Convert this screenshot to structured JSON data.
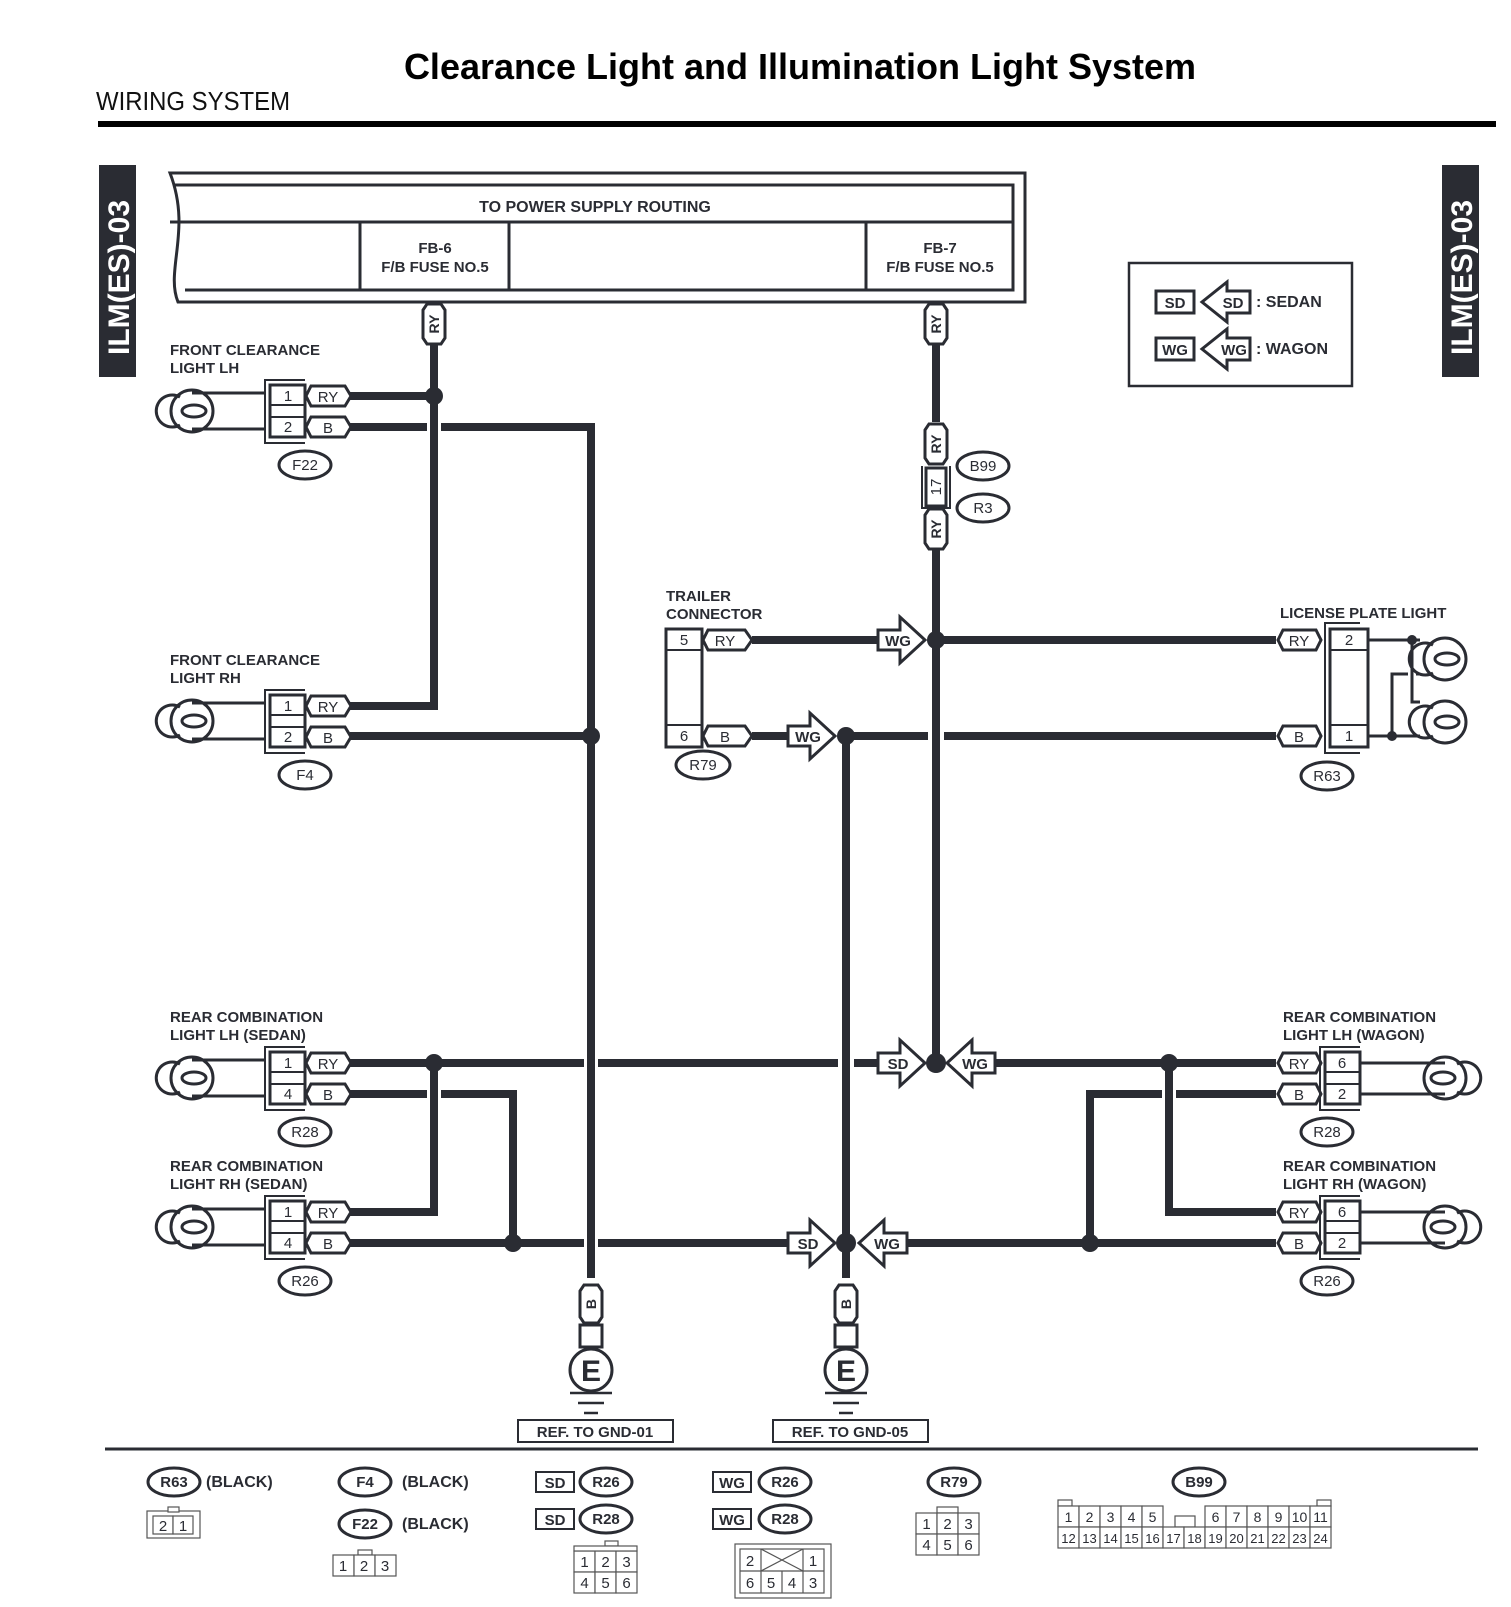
{
  "header": {
    "title": "Clearance Light and Illumination Light System",
    "section": "WIRING SYSTEM",
    "side_tab_left": "ILM(ES)-03",
    "side_tab_right": "ILM(ES)-03"
  },
  "power_supply": {
    "label": "TO POWER SUPPLY ROUTING",
    "fuse_left": {
      "id": "FB-6",
      "name": "F/B FUSE NO.5"
    },
    "fuse_right": {
      "id": "FB-7",
      "name": "F/B FUSE NO.5"
    }
  },
  "legend": {
    "sedan": {
      "code": "SD",
      "label": ": SEDAN"
    },
    "wagon": {
      "code": "WG",
      "label": ": WAGON"
    }
  },
  "wire_colors": {
    "ry": "RY",
    "b": "B"
  },
  "components": {
    "front_lh": {
      "title1": "FRONT CLEARANCE",
      "title2": "LIGHT LH",
      "connector": "F22",
      "pin_a": "1",
      "pin_b": "2"
    },
    "front_rh": {
      "title1": "FRONT CLEARANCE",
      "title2": "LIGHT RH",
      "connector": "F4",
      "pin_a": "1",
      "pin_b": "2"
    },
    "joint": {
      "pin": "17",
      "connector_a": "B99",
      "connector_b": "R3"
    },
    "trailer": {
      "title1": "TRAILER",
      "title2": "CONNECTOR",
      "connector": "R79",
      "pin_a": "5",
      "pin_b": "6"
    },
    "license": {
      "title": "LICENSE PLATE LIGHT",
      "connector": "R63",
      "pin_a": "2",
      "pin_b": "1"
    },
    "rear_lh_sedan": {
      "title1": "REAR COMBINATION",
      "title2": "LIGHT LH (SEDAN)",
      "connector": "R28",
      "pin_a": "1",
      "pin_b": "4"
    },
    "rear_rh_sedan": {
      "title1": "REAR COMBINATION",
      "title2": "LIGHT RH (SEDAN)",
      "connector": "R26",
      "pin_a": "1",
      "pin_b": "4"
    },
    "rear_lh_wagon": {
      "title1": "REAR COMBINATION",
      "title2": "LIGHT LH (WAGON)",
      "connector": "R28",
      "pin_a": "6",
      "pin_b": "2"
    },
    "rear_rh_wagon": {
      "title1": "REAR COMBINATION",
      "title2": "LIGHT RH (WAGON)",
      "connector": "R26",
      "pin_a": "6",
      "pin_b": "2"
    }
  },
  "grounds": {
    "g1": {
      "symbol": "E",
      "ref": "REF. TO GND-01"
    },
    "g2": {
      "symbol": "E",
      "ref": "REF. TO GND-05"
    }
  },
  "connector_views": {
    "r63": {
      "id": "R63",
      "color": "(BLACK)",
      "pins": [
        "2",
        "1"
      ]
    },
    "f4": {
      "id": "F4",
      "color": "(BLACK)"
    },
    "f22": {
      "id": "F22",
      "color": "(BLACK)",
      "pins": [
        "1",
        "2",
        "3"
      ]
    },
    "sd": {
      "tag": "SD",
      "ids": [
        "R26",
        "R28"
      ],
      "pins": [
        "1",
        "2",
        "3",
        "4",
        "5",
        "6"
      ]
    },
    "wg": {
      "tag": "WG",
      "ids": [
        "R26",
        "R28"
      ],
      "pins": [
        "2",
        "1",
        "6",
        "5",
        "4",
        "3"
      ]
    },
    "r79": {
      "id": "R79",
      "pins": [
        "1",
        "2",
        "3",
        "4",
        "5",
        "6"
      ]
    },
    "b99": {
      "id": "B99",
      "pins_top": [
        "1",
        "2",
        "3",
        "4",
        "5",
        "6",
        "7",
        "8",
        "9",
        "10",
        "11"
      ],
      "pins_bottom": [
        "12",
        "13",
        "14",
        "15",
        "16",
        "17",
        "18",
        "19",
        "20",
        "21",
        "22",
        "23",
        "24"
      ]
    }
  }
}
